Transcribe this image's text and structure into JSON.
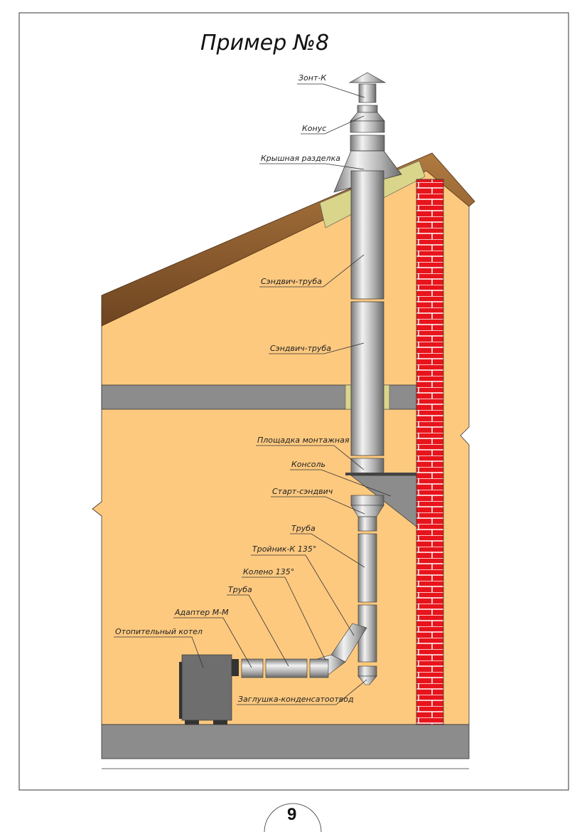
{
  "title": "Пример №8",
  "page_number": "9",
  "colors": {
    "wall": "#fdc97f",
    "wood": "#8a5a2b",
    "insulation": "#d9d58a",
    "brick": "#e8141b",
    "floor": "#8c8c8c",
    "pipe": "#b8b8b8",
    "boiler": "#6e6e6e"
  },
  "labels": {
    "umbrella": "Зонт-К",
    "cone": "Конус",
    "roof_cutting": "Крышная разделка",
    "sandwich_pipe_1": "Сэндвич-труба",
    "sandwich_pipe_2": "Сэндвич-труба",
    "mounting_platform": "Площадка монтажная",
    "console": "Консоль",
    "start_sandwich": "Старт-сэндвич",
    "pipe_vertical": "Труба",
    "tee": "Тройник-К 135°",
    "elbow": "Колено 135°",
    "pipe_horizontal": "Труба",
    "adapter": "Адаптер М-М",
    "boiler": "Отопительный котел",
    "condensate_plug": "Заглушка-конденсатоотвод"
  }
}
